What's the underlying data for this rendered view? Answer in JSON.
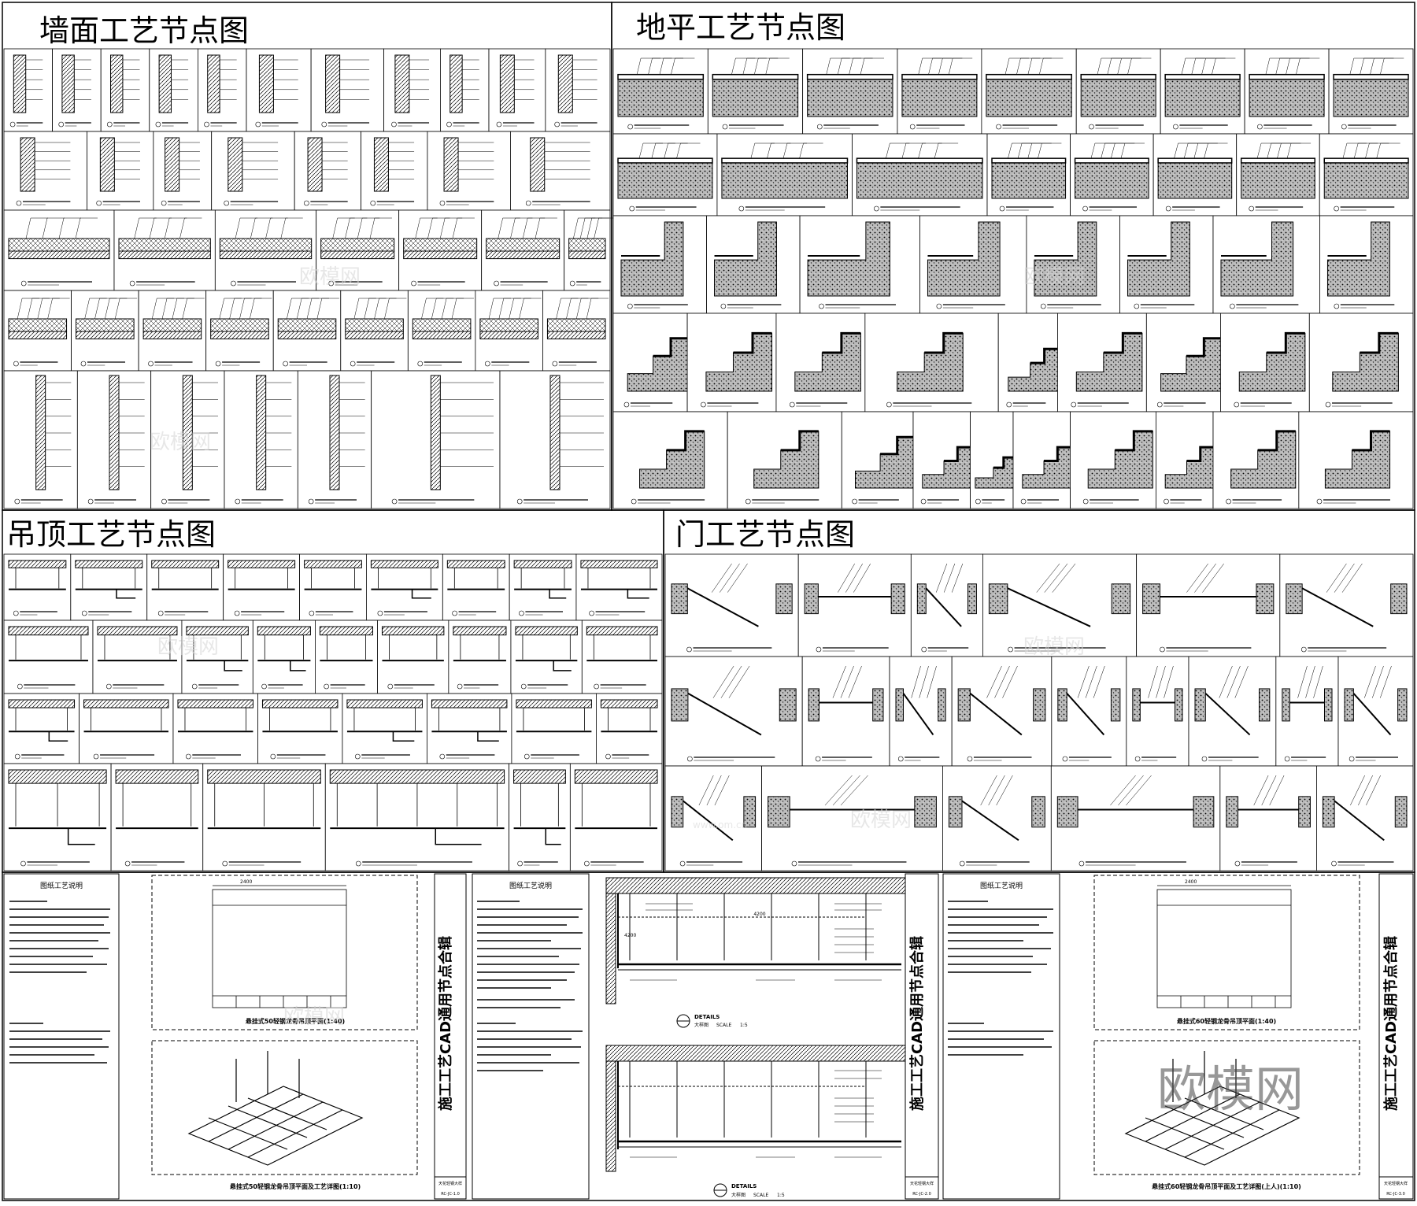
{
  "sections": {
    "wall": {
      "title": "墙面工艺节点图"
    },
    "floor": {
      "title": "地平工艺节点图"
    },
    "ceiling": {
      "title": "吊顶工艺节点图"
    },
    "door": {
      "title": "门工艺节点图"
    }
  },
  "sheets": [
    {
      "notes_title": "图纸工艺说明",
      "plan_caption": "悬挂式50轻钢龙骨吊顶平面(1:40)",
      "detail_caption": "悬挂式50轻钢龙骨吊顶平面及工艺详图(1:10)",
      "side_title": "施工工艺CAD通用节点合辑",
      "title_block_name": "天花轻钢大样",
      "sheet_no": "RC-JC-1.0",
      "dim_top": "2400"
    },
    {
      "notes_title": "图纸工艺说明",
      "details_label": "DETAILS",
      "details_sub": "大样图",
      "scale_label": "SCALE",
      "scale_value": "1:5",
      "side_title": "施工工艺CAD通用节点合辑",
      "title_block_name": "天花轻钢大样",
      "sheet_no": "RC-JC-2.0",
      "dim_span": "4200",
      "dim_top": "4200"
    },
    {
      "notes_title": "图纸工艺说明",
      "plan_caption": "悬挂式60轻钢龙骨吊顶平面(1:40)",
      "detail_caption": "悬挂式60轻钢龙骨吊顶平面及工艺详图(上人)(1:10)",
      "side_title": "施工工艺CAD通用节点合辑",
      "title_block_name": "天花轻钢大样",
      "sheet_no": "RC-JC-3.0",
      "dim_top": "2400"
    }
  ],
  "watermark": {
    "text": "欧模网",
    "small": "www.om.cn"
  }
}
